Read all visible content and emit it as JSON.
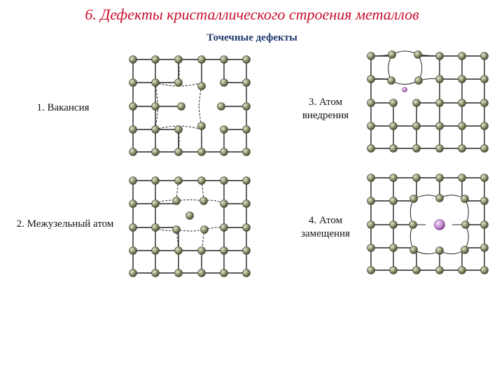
{
  "header": {
    "title": "6. Дефекты кристаллического строения металлов",
    "subtitle": "Точечные дефекты"
  },
  "panels": [
    {
      "id": "vacancy",
      "label": "1. Вакансия"
    },
    {
      "id": "interstitial",
      "label": "2. Межузельный атом"
    },
    {
      "id": "implanted",
      "label": "3. Атом внедрения"
    },
    {
      "id": "substitution",
      "label": "4. Атом замещения"
    }
  ],
  "colors": {
    "title": "#c8102e",
    "subtitle": "#1f3b6e",
    "atom": "#8c8f6a",
    "bond": "#222222",
    "foreign_atom": "#c98fd6"
  }
}
